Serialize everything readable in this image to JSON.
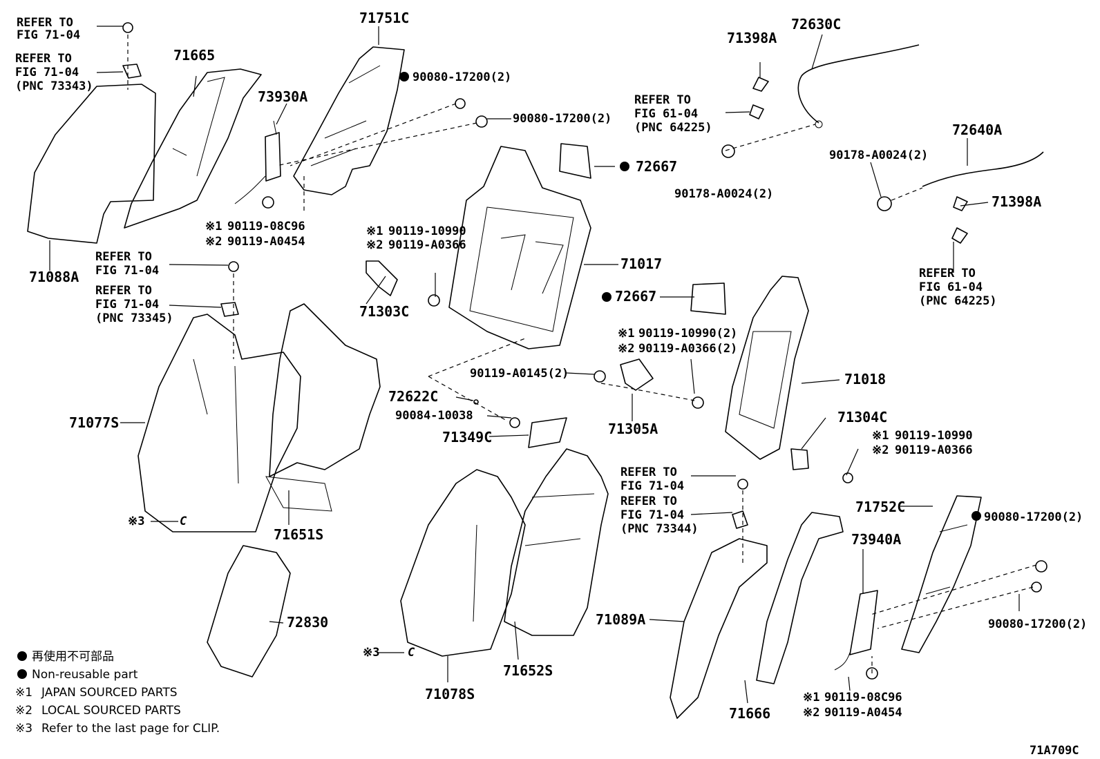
{
  "labels": {
    "c71751C": "71751C",
    "c71665": "71665",
    "c73930A": "73930A",
    "c71088A": "71088A",
    "c90080_a": "90080-17200(2)",
    "c90080_b": "90080-17200(2)",
    "c90119_08C96_a": "90119-08C96",
    "c90119_A0454_a": "90119-A0454",
    "c71398A_a": "71398A",
    "c72630C": "72630C",
    "c72667_a": "72667",
    "c90178_a": "90178-A0024(2)",
    "c90178_b": "90178-A0024(2)",
    "c72640A": "72640A",
    "c71398A_b": "71398A",
    "c90119_10990_a": "90119-10990",
    "c90119_A0366_a": "90119-A0366",
    "c71303C": "71303C",
    "c71017": "71017",
    "c72667_b": "72667",
    "c90119_10990_2": "90119-10990(2)",
    "c90119_A0366_2": "90119-A0366(2)",
    "c90119_A0145": "90119-A0145(2)",
    "c71018": "71018",
    "c72622C": "72622C",
    "c90084": "90084-10038",
    "c71349C": "71349C",
    "c71305A": "71305A",
    "c71304C": "71304C",
    "c90119_10990_b": "90119-10990",
    "c90119_A0366_b": "90119-A0366",
    "c71077S": "71077S",
    "c71651S": "71651S",
    "c72830": "72830",
    "c71752C": "71752C",
    "c90080_c": "90080-17200(2)",
    "c73940A": "73940A",
    "c90080_d": "90080-17200(2)",
    "c71089A": "71089A",
    "c71652S": "71652S",
    "c71078S": "71078S",
    "c71666": "71666",
    "c90119_08C96_b": "90119-08C96",
    "c90119_A0454_b": "90119-A0454",
    "clip_a": "C",
    "clip_b": "C",
    "diagram_id": "71A709C"
  },
  "refs": {
    "refer_to": "REFER TO",
    "fig_71_04": "FIG 71-04",
    "fig_61_04": "FIG 61-04",
    "pnc_73343": "(PNC 73343)",
    "pnc_73345": "(PNC 73345)",
    "pnc_73344": "(PNC 73344)",
    "pnc_64225": "(PNC 64225)"
  },
  "marks": {
    "m1": "※1",
    "m2": "※2",
    "m3": "※3"
  },
  "legend": {
    "jp": "再使用不可部品",
    "non_reusable": "Non-reusable part",
    "note1": "JAPAN SOURCED PARTS",
    "note2": "LOCAL SOURCED PARTS",
    "note3": "Refer to the last page for CLIP."
  }
}
